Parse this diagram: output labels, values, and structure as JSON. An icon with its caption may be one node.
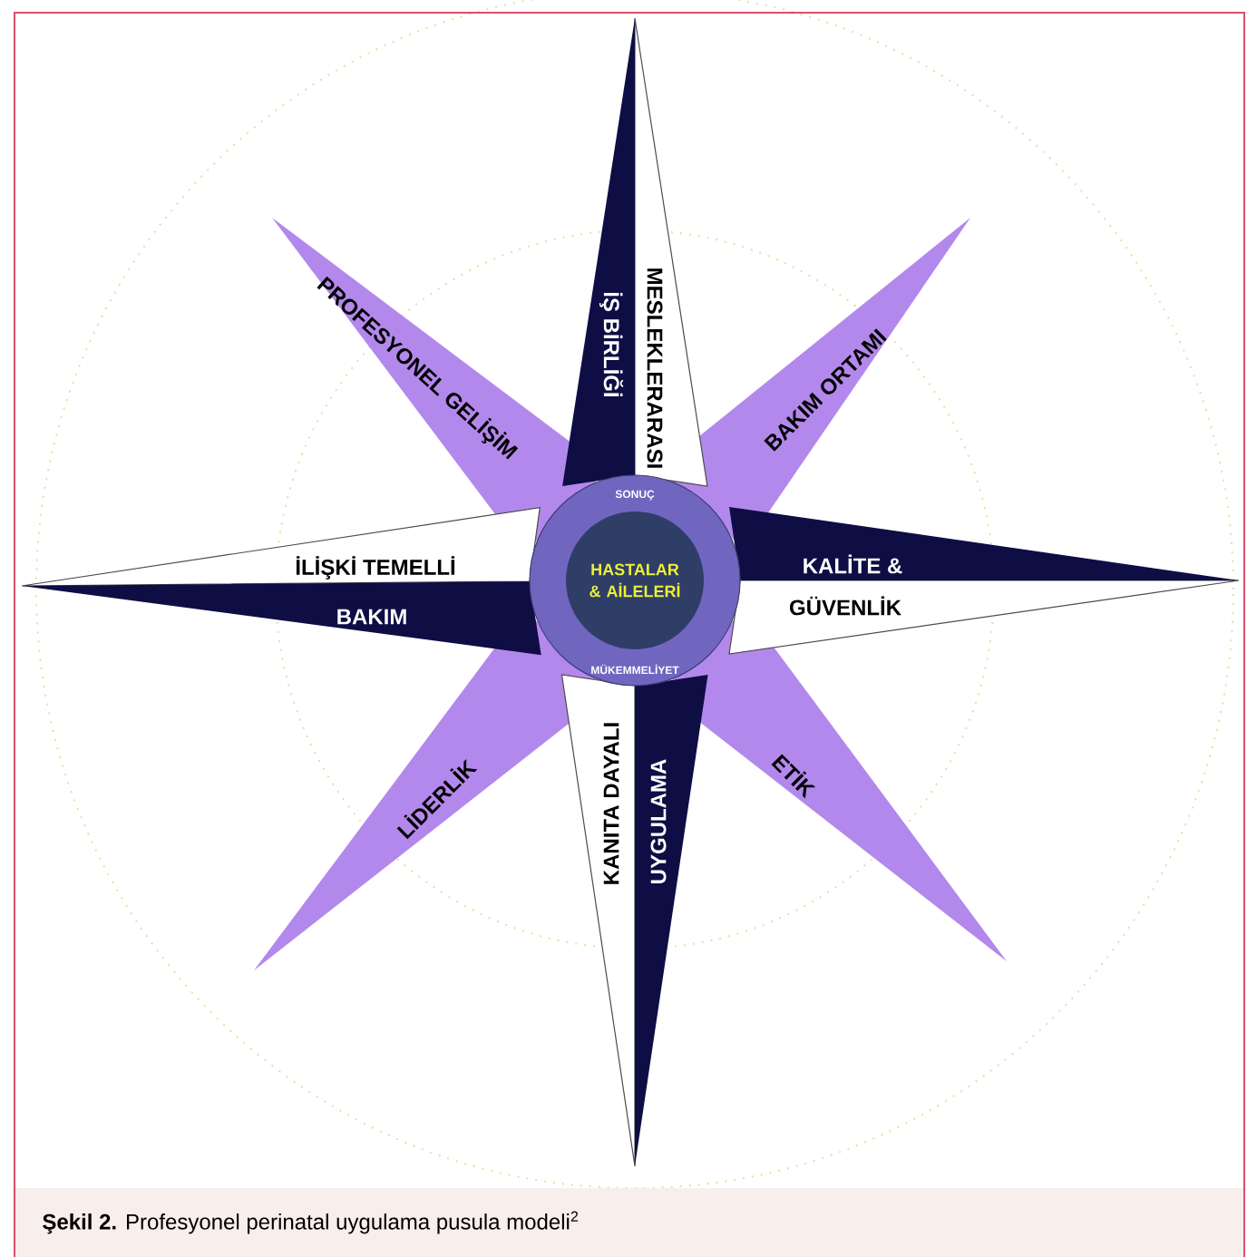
{
  "diagram": {
    "caption": "**Şekil 2.** Profesyonel perinatal uygulama pusula modeli$^{2}$",
    "nodes": [
      {
        "text": [
          "MESLEKLERARASI",
          "İŞ BİRLİĞİ"
        ]
      },
      {
        "text": [
          "PROFESYONEL GELİŞİM"
        ]
      },
      {
        "text": [
          "BAKIM ORTAMI"
        ]
      },
      {
        "text": [
          "İLİŞKİ TEMELLİ",
          "BAKIM"
        ]
      },
      {
        "text": [
          "SONUÇ",
          "HASTALAR & AİLELERİ",
          "MÜKEMMELİYET"
        ]
      },
      {
        "text": [
          "KALİTE &",
          "GÜVENLİK"
        ]
      },
      {
        "text": [
          "LİDERLİK"
        ]
      },
      {
        "text": [
          "ETİK"
        ]
      },
      {
        "text": [
          "KANITA DAYALI",
          "UYGULAMA"
        ]
      }
    ]
  }
}
